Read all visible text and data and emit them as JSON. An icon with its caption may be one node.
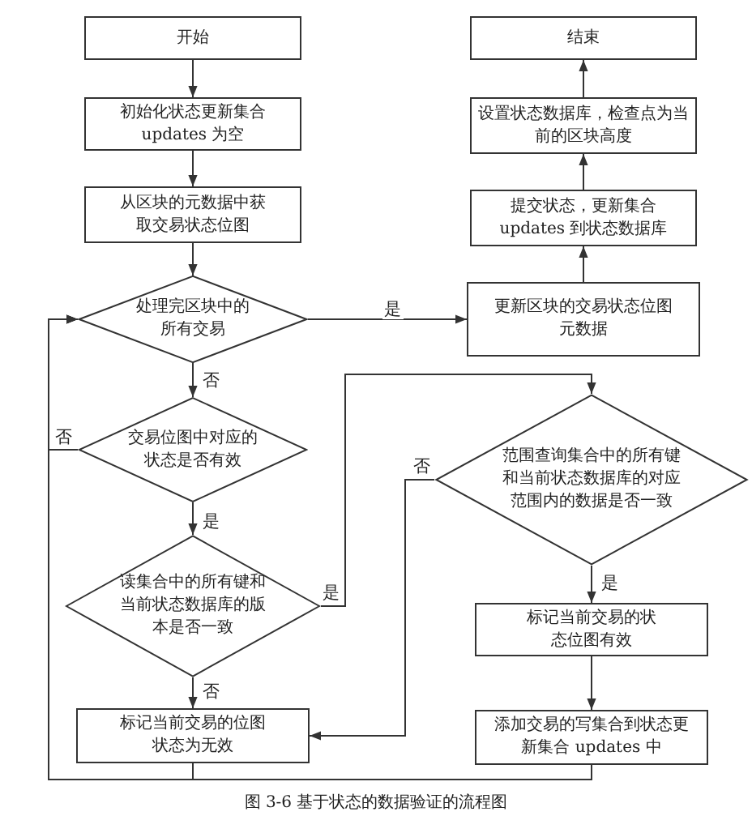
{
  "diagram": {
    "caption": "图 3-6 基于状态的数据验证的流程图",
    "nodes": [
      {
        "text": [
          "开始"
        ]
      },
      {
        "text": [
          "结束"
        ]
      },
      {
        "text": [
          "初始化状态更新集合 updates 为空"
        ]
      },
      {
        "text": [
          "设置状态数据库，检查点为当前的区块高度"
        ]
      },
      {
        "text": [
          "从区块的元数据中获取交易状态位图"
        ]
      },
      {
        "text": [
          "提交状态，更新集合 updates 到状态数据库"
        ]
      },
      {
        "text": [
          "处理完区块中的所有交易"
        ]
      },
      {
        "text": [
          "更新区块的交易状态位图元数据"
        ]
      },
      {
        "text": [
          "交易位图中对应的状态是否有效"
        ]
      },
      {
        "text": [
          "范围查询集合中的所有键和当前状态数据库的对应范围内的数据是否一致"
        ]
      },
      {
        "text": [
          "读集合中的所有键和当前状态数据库的版本是否一致"
        ]
      },
      {
        "text": [
          "标记当前交易的状态位图有效"
        ]
      },
      {
        "text": [
          "标记当前交易的位图状态为无效"
        ]
      },
      {
        "text": [
          "添加交易的写集合到状态更新集合 updates 中"
        ]
      }
    ],
    "edges": [
      {
        "from": 0,
        "to": 2,
        "arrow": "to"
      },
      {
        "from": 2,
        "to": 4,
        "arrow": "to"
      },
      {
        "from": 4,
        "to": 6,
        "arrow": "to"
      },
      {
        "from": 6,
        "to": 7,
        "arrow": "to",
        "label": "是"
      },
      {
        "from": 7,
        "to": 5,
        "arrow": "to"
      },
      {
        "from": 5,
        "to": 3,
        "arrow": "to"
      },
      {
        "from": 3,
        "to": 1,
        "arrow": "to"
      },
      {
        "from": 6,
        "to": 8,
        "arrow": "to",
        "label": "否"
      },
      {
        "from": 8,
        "to": 10,
        "arrow": "to",
        "label": "是"
      },
      {
        "from": 8,
        "to": 6,
        "arrow": "to",
        "label": "否"
      },
      {
        "from": 10,
        "to": 12,
        "arrow": "to",
        "label": "否"
      },
      {
        "from": 10,
        "to": 9,
        "arrow": "to",
        "label": "是"
      },
      {
        "from": 9,
        "to": 12,
        "arrow": "to",
        "label": "否"
      },
      {
        "from": 9,
        "to": 11,
        "arrow": "to",
        "label": "是"
      },
      {
        "from": 11,
        "to": 13,
        "arrow": "to"
      },
      {
        "from": 12,
        "to": 6,
        "arrow": "to"
      },
      {
        "from": 13,
        "to": 6,
        "arrow": "to"
      }
    ]
  }
}
